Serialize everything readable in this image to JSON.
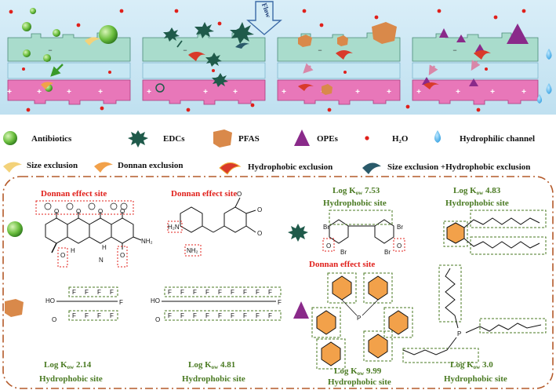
{
  "banner": {
    "flow_label": "Flow",
    "membrane_charge_symbol": "−",
    "support_charge_symbol": "+"
  },
  "legend": {
    "antibiotics": "Antibiotics",
    "edcs": "EDCs",
    "pfas": "PFAS",
    "opes": "OPEs",
    "h2o": "H₂O",
    "hydrophilic_channel": "Hydrophilic channel",
    "size_exclusion": "Size exclusion",
    "donnan_exclusion": "Donnan exclusion",
    "hydrophobic_exclusion": "Hydrophobic exclusion",
    "size_hydrophobic_exclusion": "Size exclusion +Hydrophobic exclusion"
  },
  "panel": {
    "antibiotic_1_site": "Donnan effect site",
    "antibiotic_2_site": "Donnan effect site",
    "edc_1_logkow": "Log K",
    "edc_1_logkow_sub": "ow",
    "edc_1_logkow_value": " 7.53",
    "edc_1_site": "Hydrophobic site",
    "edc_1_donnan": "Donnan effect site",
    "edc_2_logkow": "Log K",
    "edc_2_logkow_sub": "ow",
    "edc_2_logkow_value": " 4.83",
    "edc_2_site": "Hydrophobic site",
    "pfas_1_logkow": "Log K",
    "pfas_1_logkow_sub": "ow",
    "pfas_1_logkow_value": " 2.14",
    "pfas_1_site": "Hydrophobic site",
    "pfas_2_logkow": "Log K",
    "pfas_2_logkow_sub": "ow",
    "pfas_2_logkow_value": " 4.81",
    "pfas_2_site": "Hydrophobic site",
    "ope_1_logkow": "Log K",
    "ope_1_logkow_sub": "ow",
    "ope_1_logkow_value": " 9.99",
    "ope_1_site": "Hydrophobic site",
    "ope_2_logkow": "Log K",
    "ope_2_logkow_sub": "ow",
    "ope_2_logkow_value": " 3.0",
    "ope_2_site": "Hydrophobic site"
  },
  "chem_labels": {
    "nh2": "NH₂",
    "h2n": "H₂N",
    "h": "H",
    "n": "N",
    "o": "O",
    "ho": "HO",
    "f": "F",
    "br": "Br",
    "p": "P",
    "minus": "−"
  },
  "colors": {
    "sky": "#cfe8f5",
    "membrane": "#a9dccc",
    "channel": "#c6e7f3",
    "support": "#e877b9",
    "antibiotic": "#6cbf3f",
    "edc": "#1f5a4a",
    "pfas": "#d9894a",
    "ope": "#8a2a8a",
    "water": "#e0201b",
    "hydrophilic": "#3aa9e6",
    "panel_border": "#b45a2a"
  }
}
